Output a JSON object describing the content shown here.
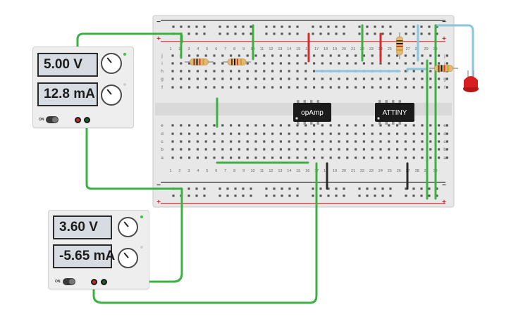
{
  "psu_top": {
    "voltage": "5.00 V",
    "current": "12.8 mA",
    "on_label": "ON"
  },
  "psu_bottom": {
    "voltage": "3.60 V",
    "current": "-5.65 mA",
    "on_label": "ON"
  },
  "breadboard": {
    "column_numbers": [
      "1",
      "2",
      "3",
      "4",
      "5",
      "6",
      "7",
      "8",
      "9",
      "10",
      "11",
      "12",
      "13",
      "14",
      "15",
      "16",
      "17",
      "18",
      "19",
      "20",
      "21",
      "22",
      "23",
      "24",
      "25",
      "26",
      "27",
      "28",
      "29",
      "30"
    ],
    "row_letters_top": [
      "j",
      "i",
      "h",
      "g",
      "f"
    ],
    "row_letters_bottom": [
      "e",
      "d",
      "c",
      "b",
      "a"
    ],
    "rail_minus": "−",
    "rail_plus": "+"
  },
  "chips": {
    "opamp_label": "opAmp",
    "attiny_label": "ATTINY"
  },
  "colors": {
    "wire_green": "#3cb043",
    "wire_light_blue": "#8ac6dc",
    "wire_red": "#d62b2b",
    "wire_black": "#2a2a2a",
    "rail_red": "#cc2b2b",
    "rail_dark": "#333333",
    "led_red": "#d81f1f"
  }
}
